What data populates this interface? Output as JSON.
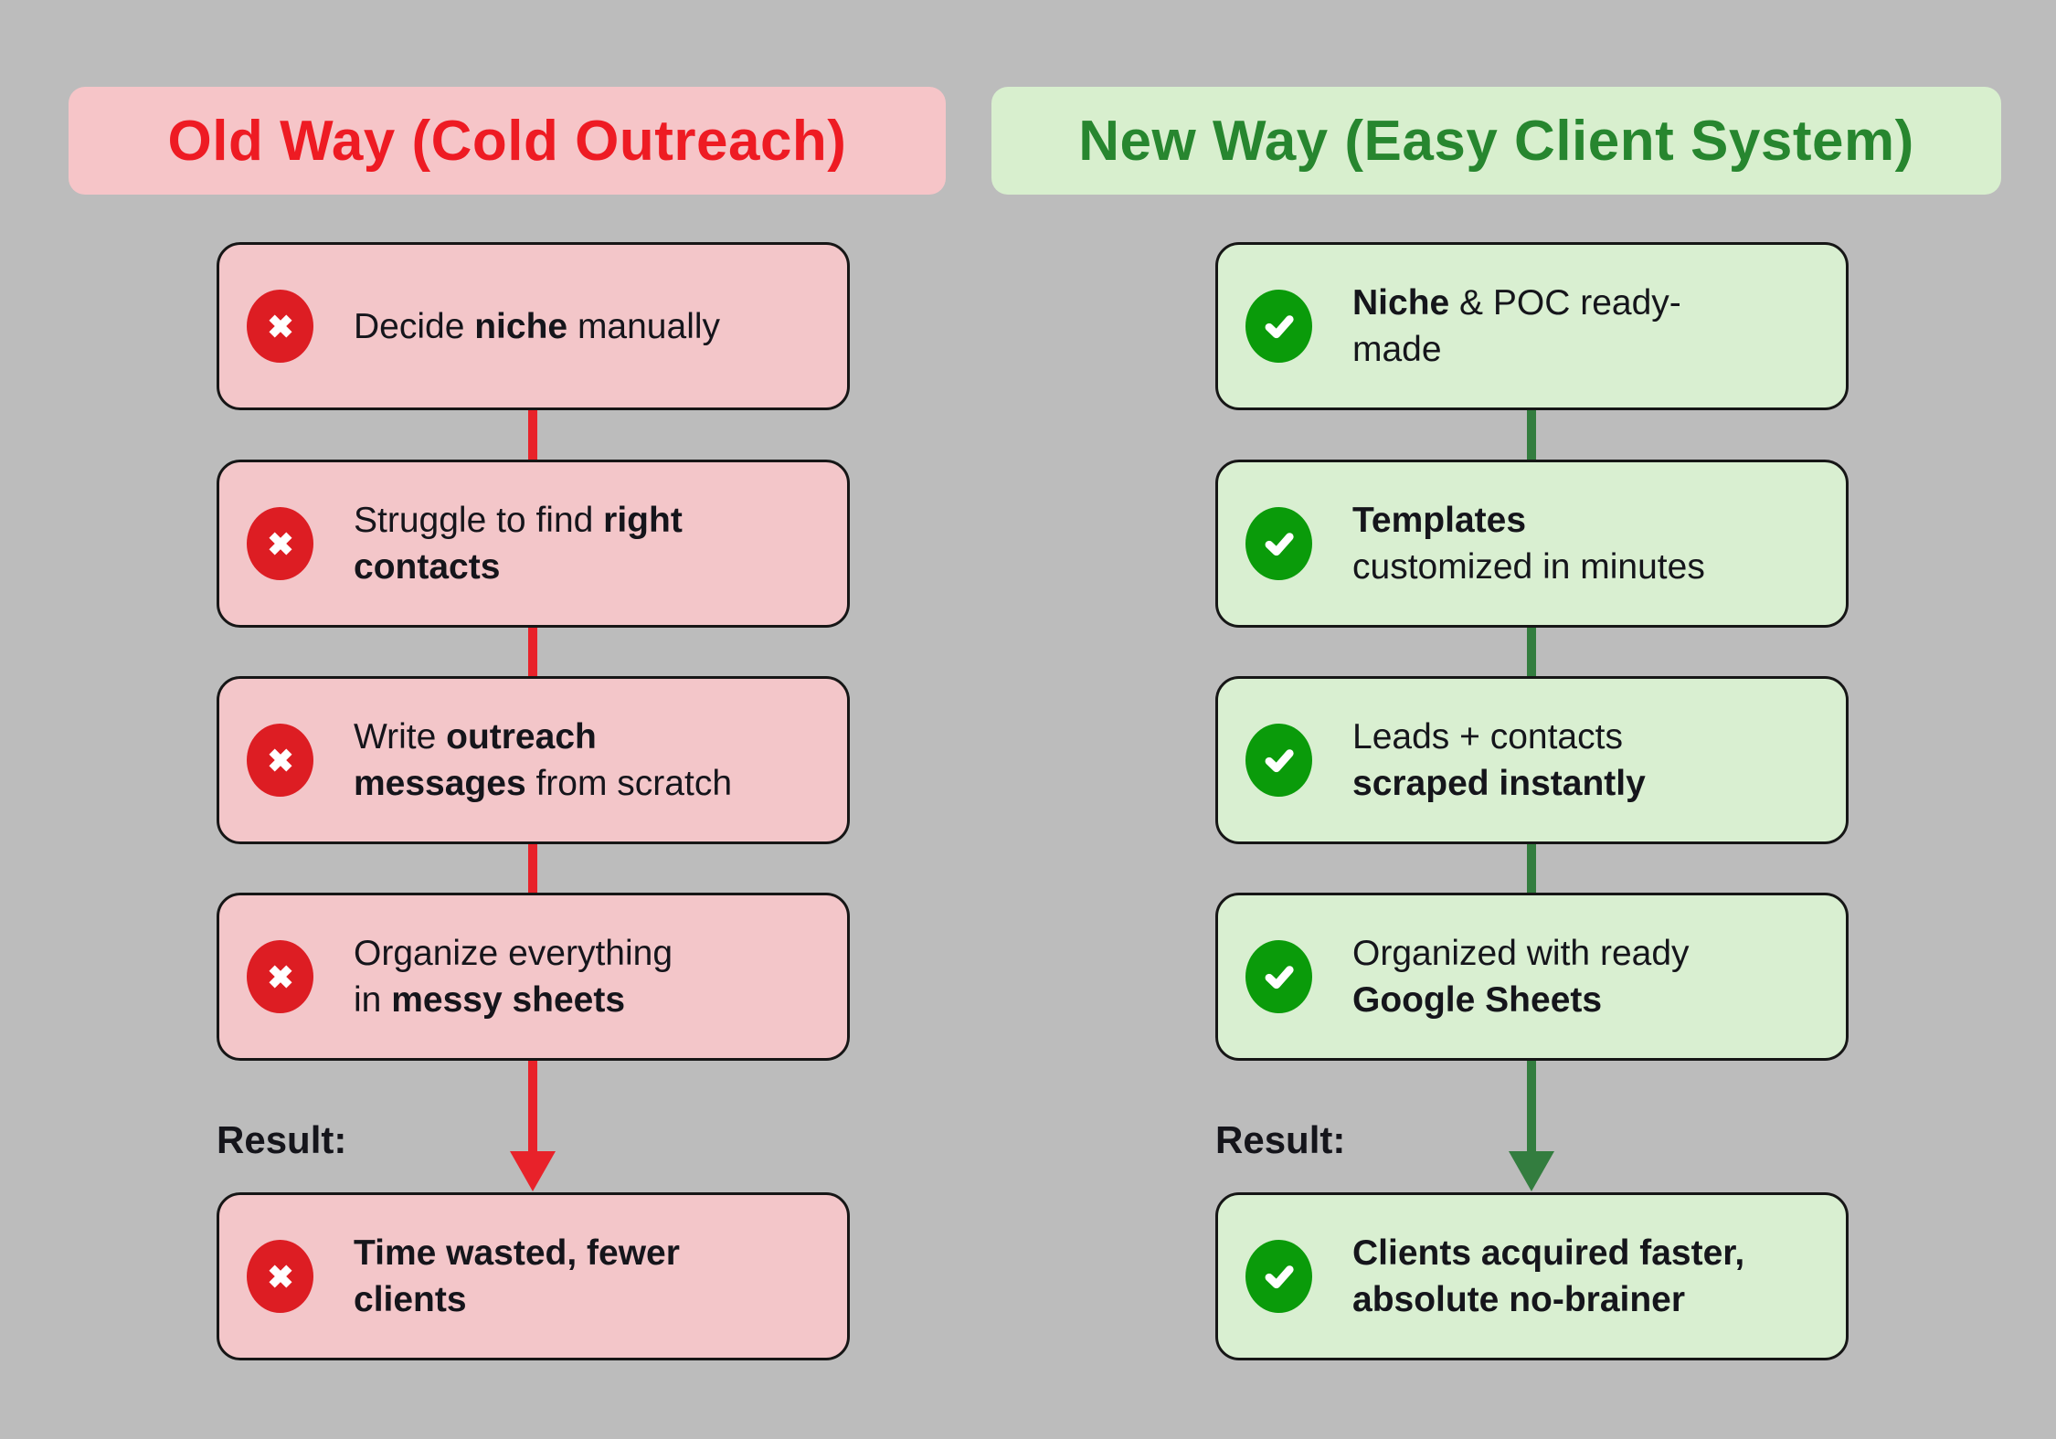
{
  "colors": {
    "background": "#bcbcbc",
    "old_accent_text": "#ee1b23",
    "old_header_bg": "#f6c5c8",
    "old_box_bg": "#f3c6c9",
    "old_icon_bg": "#dd1d23",
    "old_arrow": "#e8222a",
    "new_accent_text": "#27862f",
    "new_header_bg": "#d8efce",
    "new_box_bg": "#d9efd1",
    "new_icon_bg": "#0a9b0a",
    "new_arrow": "#337d3f",
    "box_border": "#161616",
    "body_text": "#15151b"
  },
  "old_column": {
    "header": "Old Way (Cold Outreach)",
    "icon": "x-icon",
    "steps": [
      {
        "segments": [
          {
            "text": "Decide ",
            "bold": false
          },
          {
            "text": "niche",
            "bold": true
          },
          {
            "text": " manually",
            "bold": false
          }
        ]
      },
      {
        "segments": [
          {
            "text": "Struggle to find ",
            "bold": false
          },
          {
            "text": "right",
            "bold": true
          },
          {
            "text": "contacts",
            "bold": true
          }
        ]
      },
      {
        "segments": [
          {
            "text": "Write ",
            "bold": false
          },
          {
            "text": "outreach",
            "bold": true
          },
          {
            "text": "messages",
            "bold": true
          },
          {
            "text": " from scratch",
            "bold": false
          }
        ]
      },
      {
        "segments": [
          {
            "text": "Organize everything",
            "bold": false
          },
          {
            "text": "in ",
            "bold": false
          },
          {
            "text": "messy sheets",
            "bold": true
          }
        ]
      }
    ],
    "result_label": "Result:",
    "result": {
      "segments": [
        {
          "text": "Time wasted, fewer",
          "bold": true
        },
        {
          "text": "clients",
          "bold": true
        }
      ]
    }
  },
  "new_column": {
    "header": "New Way (Easy Client System)",
    "icon": "check-icon",
    "steps": [
      {
        "segments": [
          {
            "text": "Niche",
            "bold": true
          },
          {
            "text": " & POC ready-",
            "bold": false
          },
          {
            "text": "made",
            "bold": false
          }
        ]
      },
      {
        "segments": [
          {
            "text": "Templates",
            "bold": true
          },
          {
            "text": "customized in minutes",
            "bold": false
          }
        ]
      },
      {
        "segments": [
          {
            "text": "Leads + contacts",
            "bold": false
          },
          {
            "text": "scraped instantly",
            "bold": true
          }
        ]
      },
      {
        "segments": [
          {
            "text": "Organized with ready",
            "bold": false
          },
          {
            "text": "Google Sheets",
            "bold": true
          }
        ]
      }
    ],
    "result_label": "Result:",
    "result": {
      "segments": [
        {
          "text": "Clients acquired faster,",
          "bold": true
        },
        {
          "text": "absolute no-brainer",
          "bold": true
        }
      ]
    }
  }
}
